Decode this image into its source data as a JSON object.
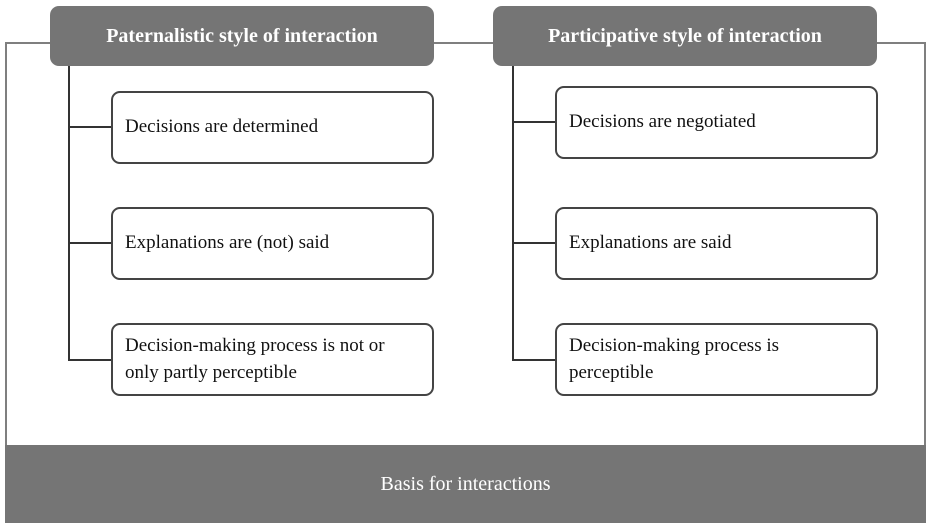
{
  "left_column": {
    "header": "Paternalistic style of interaction",
    "items": [
      "Decisions are determined",
      "Explanations are (not) said",
      "Decision-making process is not or only partly perceptible"
    ]
  },
  "right_column": {
    "header": "Participative style of interaction",
    "items": [
      "Decisions are negotiated",
      "Explanations are said",
      "Decision-making process is perceptible"
    ]
  },
  "footer": {
    "label": "Basis for interactions"
  }
}
